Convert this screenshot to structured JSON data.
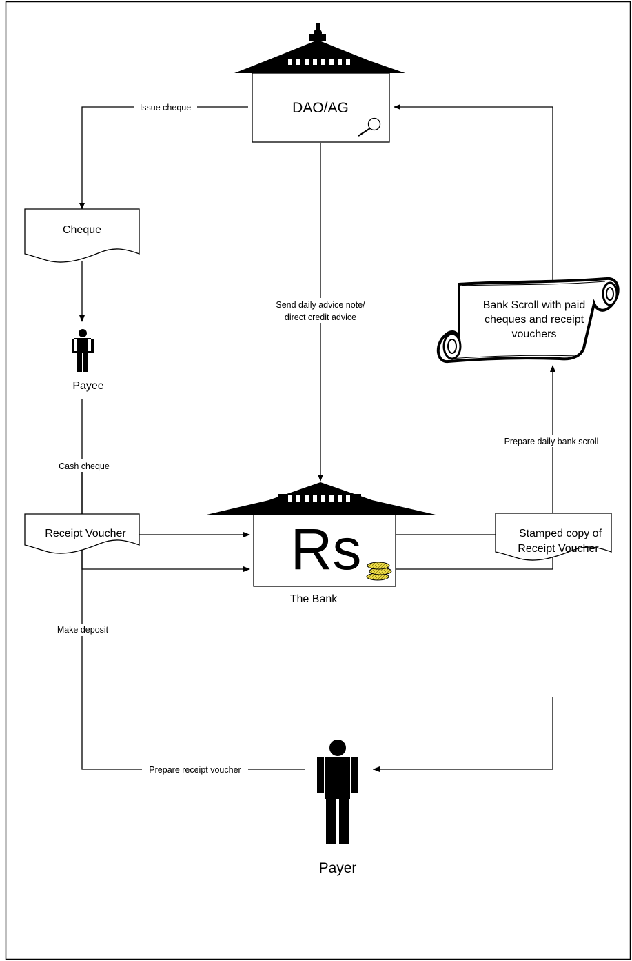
{
  "nodes": {
    "dao_ag": "DAO/AG",
    "cheque": "Cheque",
    "payee": "Payee",
    "bank_symbol": "Rs",
    "bank": "The Bank",
    "bank_scroll": [
      "Bank Scroll with paid",
      "cheques and receipt",
      "vouchers"
    ],
    "receipt_voucher": "Receipt Voucher",
    "stamped_copy": [
      "Stamped copy of",
      "Receipt Voucher"
    ],
    "payer": "Payer"
  },
  "edges": {
    "issue_cheque": "Issue cheque",
    "daily_advice": [
      "Send daily advice note/",
      "direct credit advice"
    ],
    "cash_cheque": "Cash cheque",
    "prepare_scroll": "Prepare daily bank scroll",
    "make_deposit": "Make deposit",
    "prepare_receipt": "Prepare receipt voucher"
  },
  "icons": [
    "building-roof-icon",
    "magnifier-icon",
    "person-icon",
    "scroll-icon",
    "coins-icon"
  ]
}
